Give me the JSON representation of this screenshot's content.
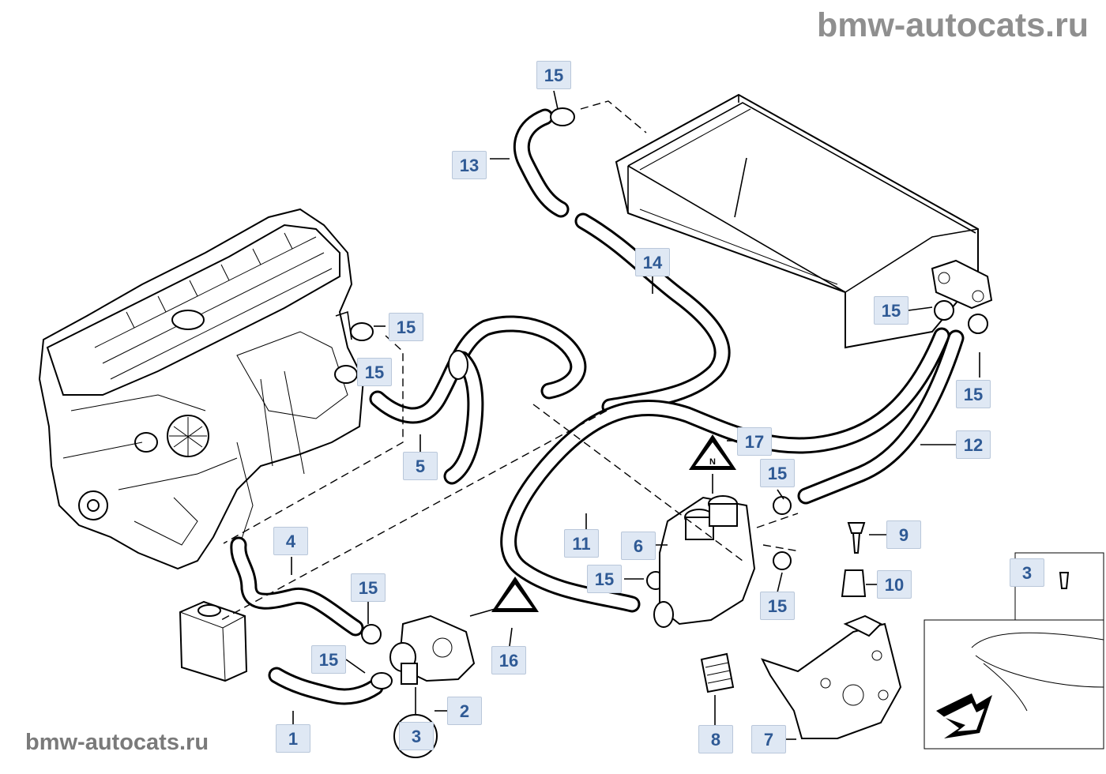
{
  "watermark": {
    "top": "bmw-autocats.ru",
    "bottom": "bmw-autocats.ru"
  },
  "callouts": {
    "c15_top": "15",
    "c13": "13",
    "c14": "14",
    "c15_engine_a": "15",
    "c15_engine_b": "15",
    "c15_heater_left": "15",
    "c15_heater_right": "15",
    "c5": "5",
    "c12": "12",
    "c17": "17",
    "c15_valve_top": "15",
    "c11": "11",
    "c6": "6",
    "c9": "9",
    "c4": "4",
    "c15_valve_left": "15",
    "c10": "10",
    "c3_detail": "3",
    "c15_pump_top": "15",
    "c15_valve_bottom": "15",
    "c16": "16",
    "c15_pump_bottom": "15",
    "c2": "2",
    "c1": "1",
    "c3_circle": "3",
    "c8": "8",
    "c7": "7"
  },
  "colors": {
    "callout_bg": "#dfe8f4",
    "callout_text": "#2f5a95",
    "line": "#000000",
    "watermark": "#8f8f8f"
  }
}
